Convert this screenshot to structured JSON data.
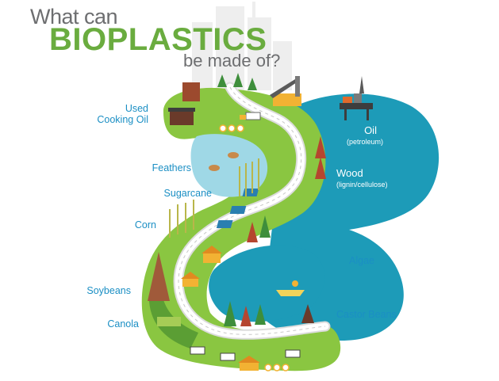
{
  "title": {
    "line1": "What can",
    "line2": "BIOPLASTICS",
    "line3": "be made of?"
  },
  "labels": {
    "used_cooking_oil": [
      "Used",
      "Cooking Oil"
    ],
    "feathers": "Feathers",
    "sugarcane": "Sugarcane",
    "corn": "Corn",
    "soybeans": "Soybeans",
    "canola": "Canola",
    "oil": "Oil",
    "oil_sub": "(petroleum)",
    "wood": "Wood",
    "wood_sub": "(lignin/cellulose)",
    "algae": "Algae",
    "castor_beans": "Castor Beans"
  },
  "colors": {
    "title_gray": "#6d6e70",
    "title_green": "#6aac3f",
    "label_blue": "#1b8fc4",
    "land_green": "#8ac641",
    "land_dark": "#5b9e34",
    "water_teal": "#1d9bb8",
    "water_light": "#9fd8e6",
    "road": "#ffffff",
    "road_edge": "#d9d9d9",
    "tree_green": "#3e8e3b",
    "tree_red": "#b5462f",
    "house_yellow": "#f2b233",
    "skyline_gray": "#ececec"
  }
}
